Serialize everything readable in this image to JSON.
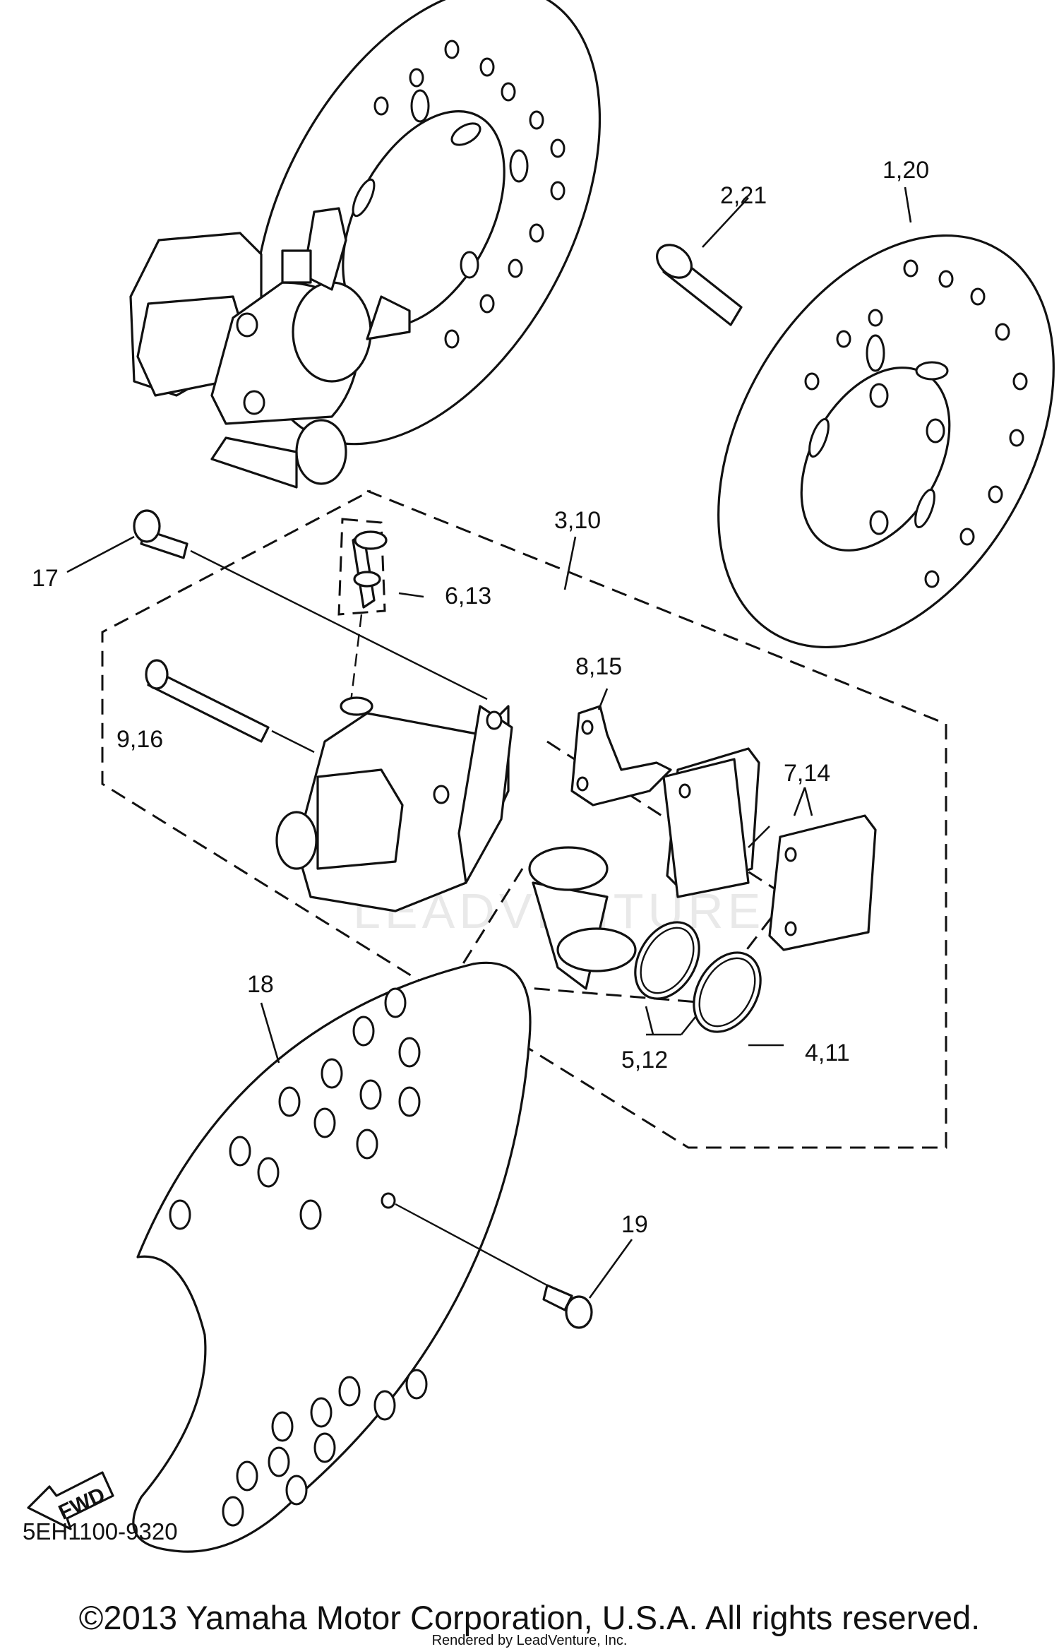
{
  "watermark": "LEADVENTURE",
  "labels": {
    "l_1_20": "1,20",
    "l_2_21": "2,21",
    "l_3_10": "3,10",
    "l_4_11": "4,11",
    "l_5_12": "5,12",
    "l_6_13": "6,13",
    "l_7_14": "7,14",
    "l_8_15": "8,15",
    "l_9_16": "9,16",
    "l_17": "17",
    "l_18": "18",
    "l_19": "19"
  },
  "fwd_arrow": "FWD",
  "diagram_code": "5EH1100-9320",
  "copyright": "©2013 Yamaha Motor Corporation, U.S.A. All rights reserved.",
  "credit": "Rendered by LeadVenture, Inc."
}
